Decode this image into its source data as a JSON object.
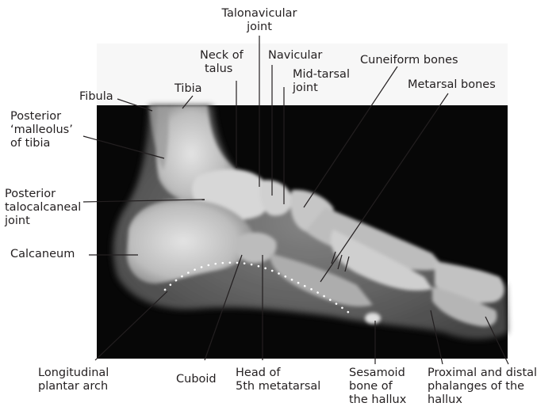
{
  "labels": {
    "talonavicular_joint": [
      "Talonavicular",
      "joint"
    ],
    "neck_of_talus": [
      "Neck of",
      "talus"
    ],
    "navicular": "Navicular",
    "cuneiform_bones": "Cuneiform bones",
    "mid_tarsal_joint": [
      "Mid-tarsal",
      "joint"
    ],
    "metatarsal_bones": "Metarsal bones",
    "fibula": "Fibula",
    "tibia": "Tibia",
    "posterior_malleolus": [
      "Posterior",
      "‘malleolus’",
      "of tibia"
    ],
    "posterior_talocalcaneal_joint": [
      "Posterior",
      "talocalcaneal",
      "joint"
    ],
    "calcaneum": "Calcaneum",
    "longitudinal_plantar_arch": [
      "Longitudinal",
      "plantar arch"
    ],
    "cuboid": "Cuboid",
    "head_of_5th_metatarsal": [
      "Head of",
      "5th metatarsal"
    ],
    "sesamoid_bone": [
      "Sesamoid",
      "bone of",
      "the hallux"
    ],
    "phalanges": [
      "Proximal and distal",
      "phalanges of the",
      "hallux"
    ]
  },
  "colors": {
    "xray_background": "#070707",
    "bone": "#c9c9c9",
    "soft_tissue": "#6d6d6d",
    "label_text": "#231f20",
    "leader_line": "#231f20",
    "arch_dots": "#ffffff"
  }
}
